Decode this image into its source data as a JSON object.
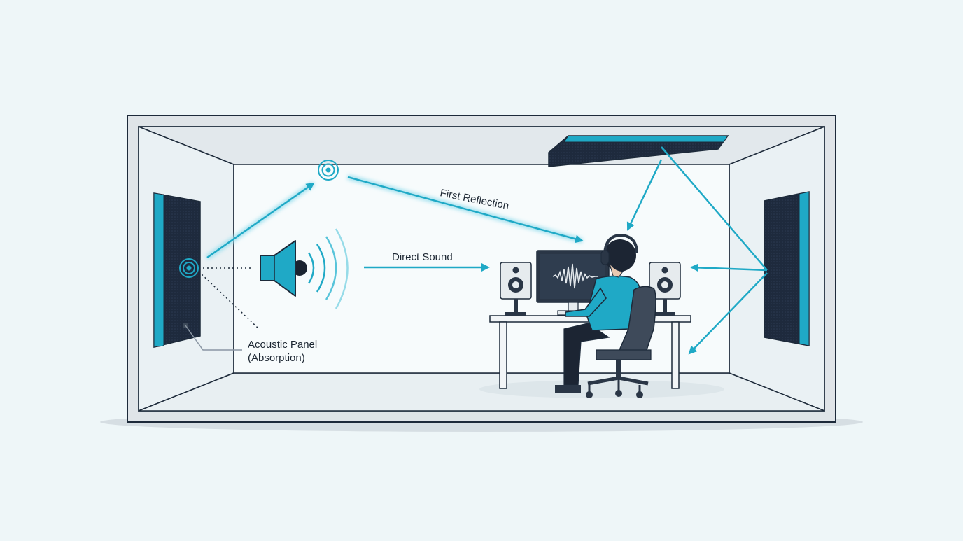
{
  "labels": {
    "first_reflection": "First Reflection",
    "direct_sound": "Direct Sound",
    "acoustic_panel_line1": "Acoustic Panel",
    "acoustic_panel_line2": "(Absorption)"
  },
  "colors": {
    "background": "#eef6f8",
    "outline": "#1d2a3a",
    "accent": "#1fa9c6",
    "panel_fabric": "#1e2a3d",
    "wall_light": "#f4f8fa",
    "wall_side": "#eaf1f4",
    "ceiling": "#e2e8ec",
    "frame": "#dfe4e8"
  },
  "icons": {
    "speaker": "speaker-icon",
    "impact": "impact-ring-icon",
    "headphones": "headphones-icon"
  }
}
